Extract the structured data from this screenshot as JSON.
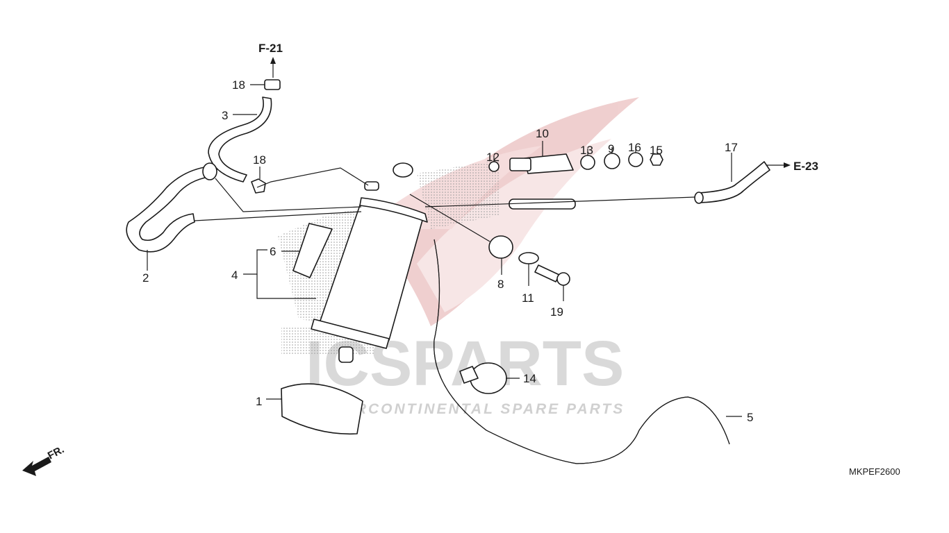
{
  "diagram": {
    "callouts": {
      "c1": "1",
      "c2": "2",
      "c3": "3",
      "c4": "4",
      "c5": "5",
      "c6": "6",
      "c8": "8",
      "c9": "9",
      "c10": "10",
      "c11": "11",
      "c12": "12",
      "c13": "13",
      "c14": "14",
      "c15": "15",
      "c16": "16",
      "c17": "17",
      "c18a": "18",
      "c18b": "18",
      "c19": "19"
    },
    "references": {
      "top": "F-21",
      "right": "E-23"
    },
    "front_marker": "FR.",
    "drawing_code": "MKPEF2600",
    "watermark": {
      "brand": "ICSPARTS",
      "tagline": "INTERCONTINENTAL SPARE PARTS"
    },
    "colors": {
      "line": "#1a1a1a",
      "watermark_wing": "#e8c4c4",
      "watermark_text": "#d9d9d9"
    }
  }
}
